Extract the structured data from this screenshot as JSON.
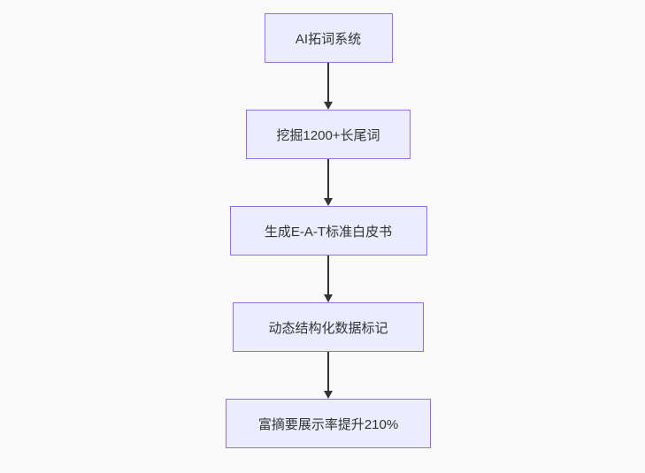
{
  "diagram": {
    "type": "flowchart",
    "direction": "top-down",
    "nodes": [
      {
        "label": "AI拓词系统"
      },
      {
        "label": "挖掘1200+长尾词"
      },
      {
        "label": "生成E-A-T标准白皮书"
      },
      {
        "label": "动态结构化数据标记"
      },
      {
        "label": "富摘要展示率提升210%"
      }
    ],
    "edges": [
      {
        "from": 0,
        "to": 1
      },
      {
        "from": 1,
        "to": 2
      },
      {
        "from": 2,
        "to": 3
      },
      {
        "from": 3,
        "to": 4
      }
    ]
  },
  "colors": {
    "background": "#fafafa",
    "node_fill": "#ECECFF",
    "node_border": "#9370DB",
    "node_text": "#333333",
    "arrow": "#333333"
  }
}
